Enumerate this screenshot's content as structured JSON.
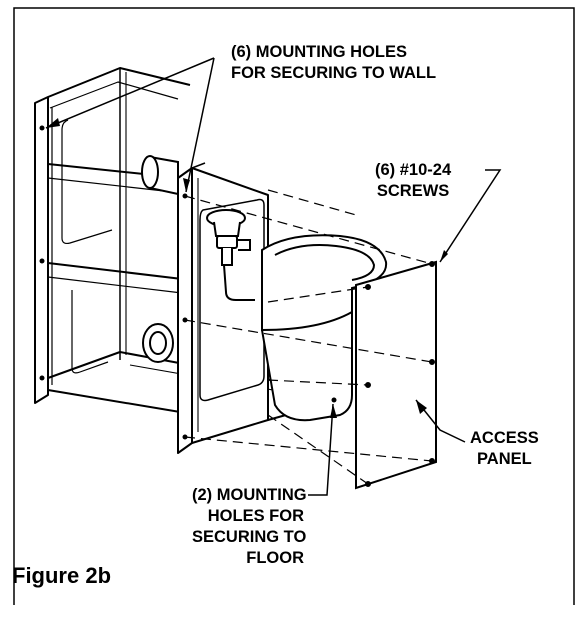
{
  "callouts": {
    "wall_holes": [
      "(6) MOUNTING HOLES",
      "FOR SECURING TO WALL"
    ],
    "screws": [
      "(6) #10-24",
      "SCREWS"
    ],
    "access_panel": [
      "ACCESS",
      "PANEL"
    ],
    "floor_holes": [
      "(2) MOUNTING",
      "HOLES FOR",
      "SECURING TO",
      "FLOOR"
    ]
  },
  "figure_caption": "Figure 2b"
}
